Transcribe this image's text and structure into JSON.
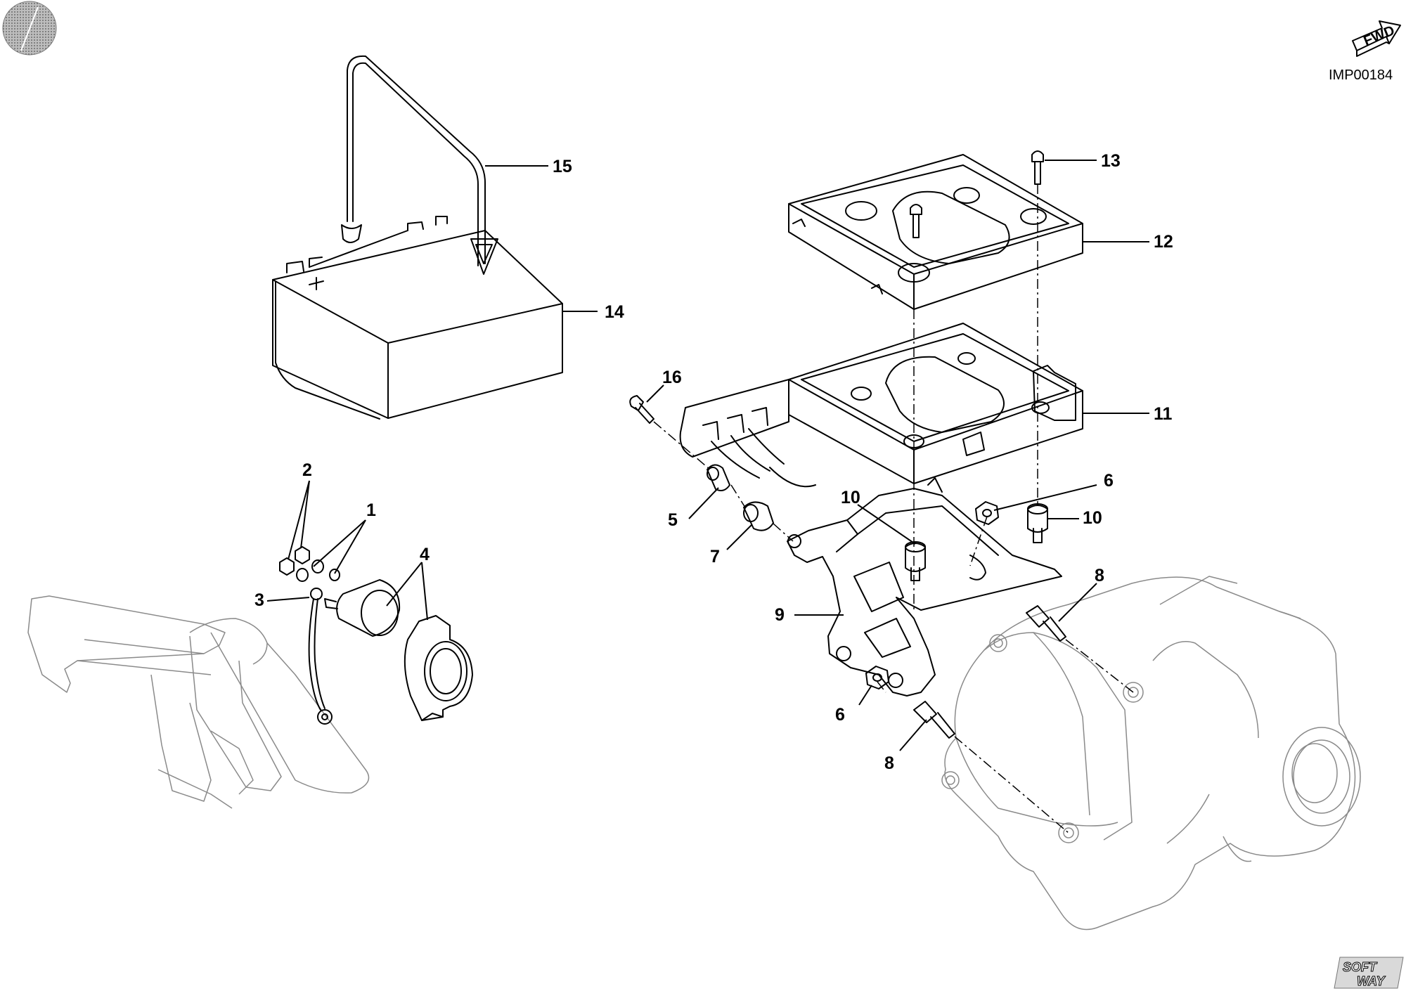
{
  "drawing": {
    "code": "IMP00184",
    "direction_badge": "FWD",
    "brand_logo": "SOFT WAY",
    "icons": {
      "corner_disc": "hatched-disc-icon",
      "direction": "forward-arrow-icon",
      "brand": "softway-logo-icon"
    }
  },
  "callouts": [
    {
      "num": "15",
      "part": "battery-strap"
    },
    {
      "num": "14",
      "part": "battery"
    },
    {
      "num": "13",
      "part": "screw-top"
    },
    {
      "num": "12",
      "part": "battery-cover-tray"
    },
    {
      "num": "16",
      "part": "screw-side"
    },
    {
      "num": "11",
      "part": "battery-support-tray"
    },
    {
      "num": "2",
      "part": "nut-small"
    },
    {
      "num": "1",
      "part": "washer-small"
    },
    {
      "num": "6",
      "part": "nut-upper"
    },
    {
      "num": "10",
      "part": "spacer-left"
    },
    {
      "num": "10",
      "part": "spacer-right"
    },
    {
      "num": "5",
      "part": "grommet-upper"
    },
    {
      "num": "4",
      "part": "capacitor-and-holder"
    },
    {
      "num": "3",
      "part": "ground-cable"
    },
    {
      "num": "7",
      "part": "grommet-lower"
    },
    {
      "num": "8",
      "part": "stud-upper"
    },
    {
      "num": "9",
      "part": "support-bracket"
    },
    {
      "num": "6",
      "part": "nut-lower"
    },
    {
      "num": "8",
      "part": "stud-lower"
    }
  ]
}
